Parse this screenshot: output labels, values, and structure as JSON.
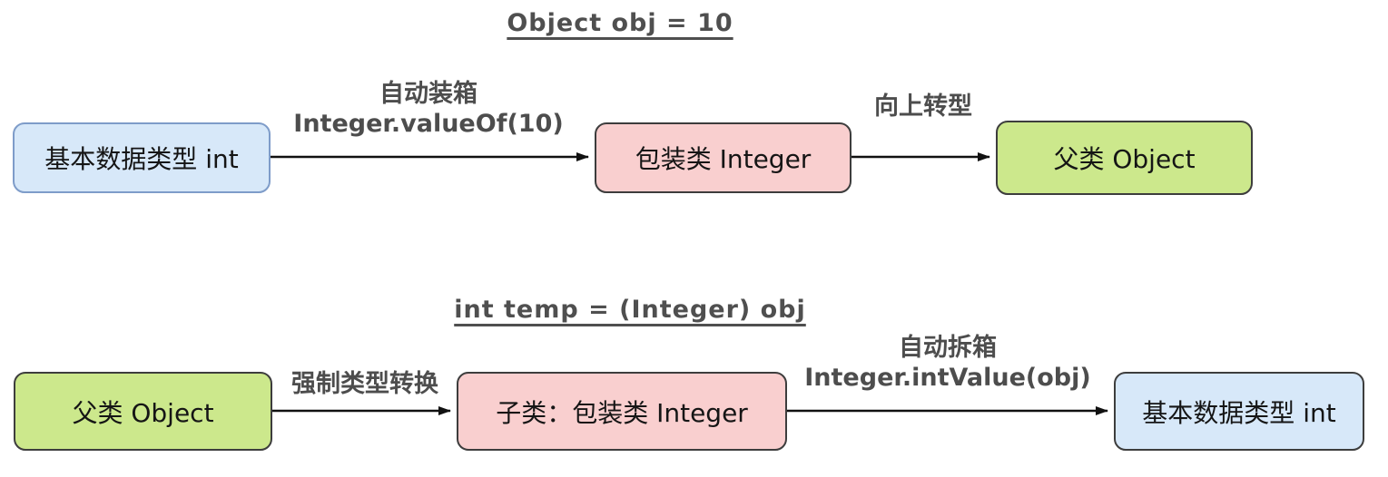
{
  "diagram": {
    "description": "Java autoboxing and unboxing flow diagram",
    "colors": {
      "blue_fill": "#d7e8f9",
      "blue_border_light": "#7e9cc9",
      "pink_fill": "#f9cfcf",
      "green_fill": "#cce88c",
      "dark_border": "#3d3d3d",
      "arrow": "#111111",
      "label_text": "#4d4d4d",
      "node_text": "#151515"
    },
    "flows": [
      {
        "title": "Object obj = 10",
        "nodes": [
          {
            "label": "基本数据类型 int",
            "style": "blue"
          },
          {
            "label": "包装类 Integer",
            "style": "pink"
          },
          {
            "label": "父类 Object",
            "style": "green"
          }
        ],
        "edges": [
          {
            "lines": [
              "自动装箱",
              "Integer.valueOf(10)"
            ]
          },
          {
            "lines": [
              "向上转型"
            ]
          }
        ]
      },
      {
        "title": "int temp = (Integer) obj",
        "nodes": [
          {
            "label": "父类 Object",
            "style": "green"
          },
          {
            "label": "子类：包装类 Integer",
            "style": "pink"
          },
          {
            "label": "基本数据类型 int",
            "style": "blue"
          }
        ],
        "edges": [
          {
            "lines": [
              "强制类型转换"
            ]
          },
          {
            "lines": [
              "自动拆箱",
              "Integer.intValue(obj)"
            ]
          }
        ]
      }
    ]
  }
}
